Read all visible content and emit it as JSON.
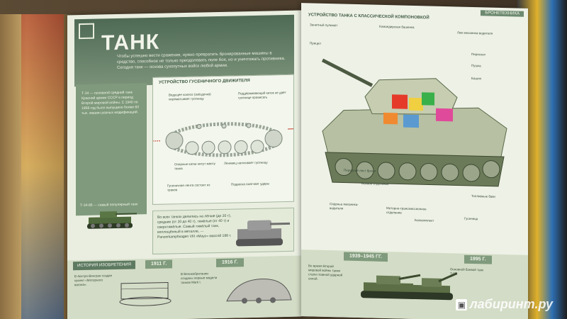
{
  "left_page": {
    "header_small": "",
    "title": "ТАНК",
    "intro_text": "Чтобы успешно вести сражения, нужно превратить бронированные машины в средство, способное не только преодолевать поле боя, но и уничтожать противника. Сегодня танк — основа сухопутных войск любой армии.",
    "side_text": "Т-34 — основной средний танк Красной армии СССР в период Второй мировой войны. С 1940 по 1958 год было выпущено более 60 тыс. машин разных модификаций.",
    "t34_caption": "Т-34-85 — самый популярный танк",
    "track_title": "УСТРОЙСТВО ГУСЕНИЧНОГО ДВИЖИТЕЛЯ",
    "track_callouts": [
      "Ведущее колесо (звёздочка) перематывает гусеницу",
      "Поддерживающий каток не даёт гусенице провисать",
      "Опорные катки несут массу танка",
      "Ленивец натягивает гусеницу",
      "Гусеничная лента состоит из траков",
      "Подвеска смягчает удары"
    ],
    "maus_text": "Во всех танках делились на лёгкие (до 20 т), средние (от 20 до 40 т), тяжёлые (от 40 т) и сверхтяжёлые. Самый тяжёлый танк, воплощённый в металле, — Panzerkampfwagen VIII «Маус» массой 188 т.",
    "history_tag": "ИСТОРИЯ ИЗОБРЕТЕНИЯ",
    "years": [
      "1911 Г.",
      "1916 Г."
    ],
    "hist_texts": [
      "В Австро-Венгрии создан проект «Моторного вагона».",
      "В Великобритании созданы первые модели танков Mark I."
    ]
  },
  "right_page": {
    "corner_tag": "БРОНЕТЕХНИКА",
    "header_tag": "УСТРОЙСТВО ТАНКА С КЛАССИЧЕСКОЙ КОМПОНОВКОЙ",
    "labels": [
      "Зенитный пулемёт",
      "Прицел",
      "Командирская башенка",
      "Люк механика-водителя",
      "Перископ",
      "Пушка",
      "Башня",
      "Передний лист брони",
      "Боевое отделение",
      "Сиденье механика-водителя",
      "Моторно-трансмиссионное отделение",
      "Топливные баки",
      "Боекомплект",
      "Гусеница"
    ],
    "years": [
      "1939–1945 ГГ.",
      "1995 Г."
    ],
    "hist_texts": [
      "Во время Второй мировой войны танки стали главной ударной силой.",
      "Основной боевой танк Т-90."
    ]
  },
  "watermark": "лабиринт.ру"
}
